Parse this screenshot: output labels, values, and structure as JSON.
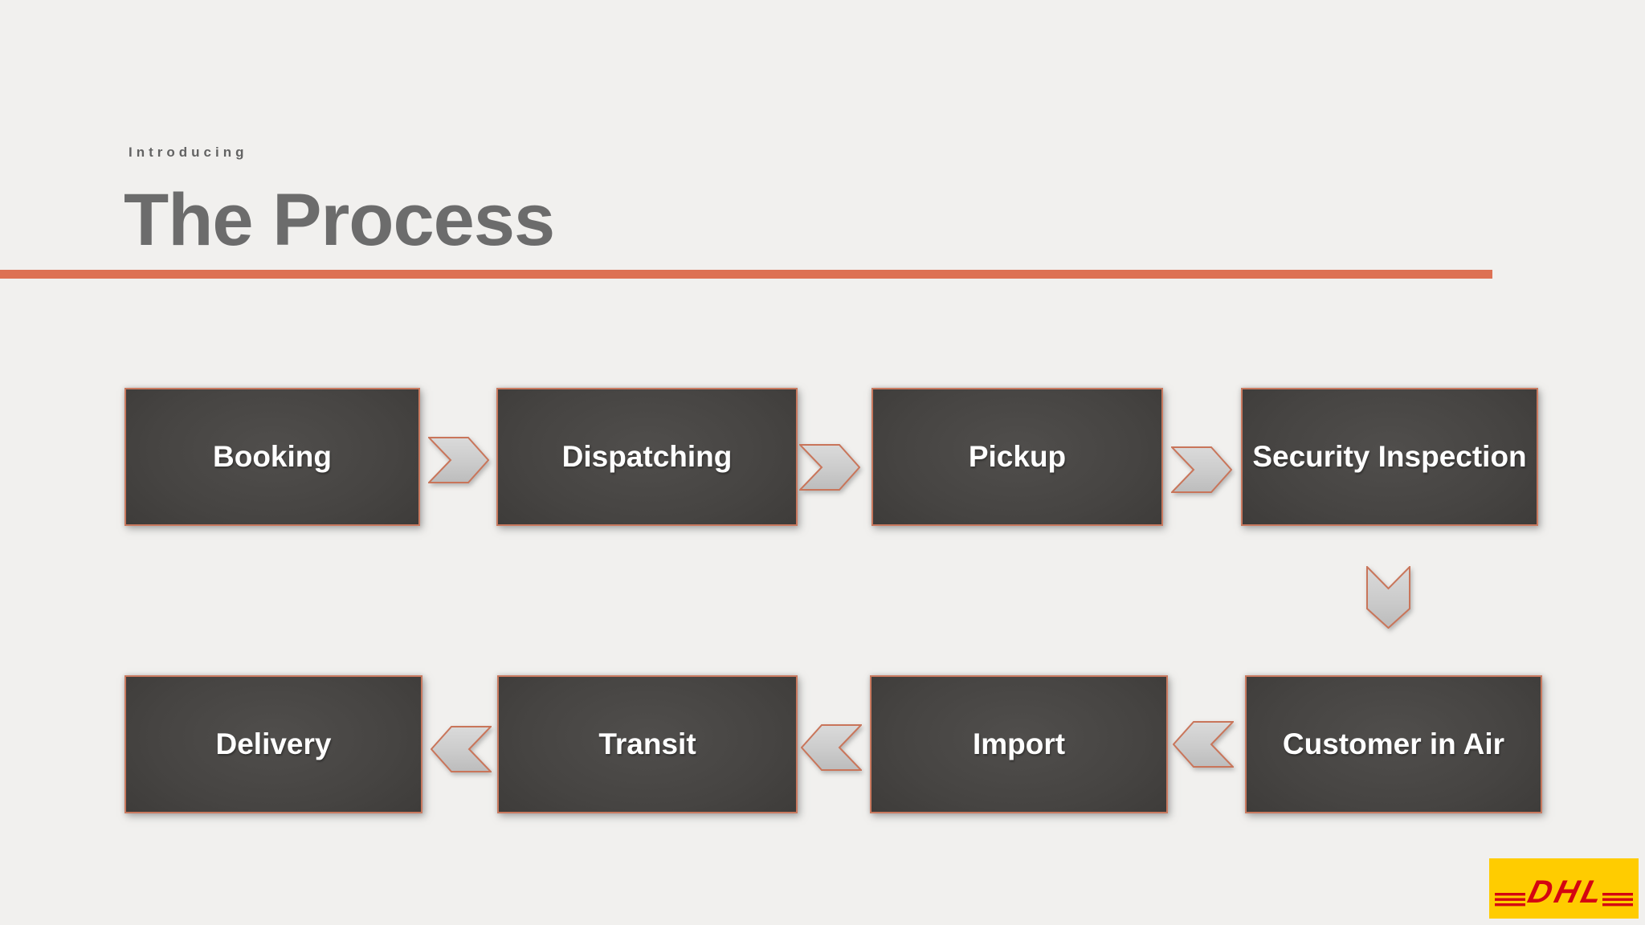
{
  "slide": {
    "kicker": "Introducing",
    "title": "The Process"
  },
  "process": {
    "steps": [
      {
        "label": "Booking"
      },
      {
        "label": "Dispatching"
      },
      {
        "label": "Pickup"
      },
      {
        "label": "Security Inspection"
      },
      {
        "label": "Customer in Air"
      },
      {
        "label": "Import"
      },
      {
        "label": "Transit"
      },
      {
        "label": "Delivery"
      }
    ]
  },
  "logo": {
    "text": "DHL"
  },
  "colors": {
    "background": "#f1f0ee",
    "accent_rule": "#dd7154",
    "box_fill": "#454341",
    "box_border": "#c9795f",
    "box_text": "#ffffff",
    "chevron_fill": "#cccccc",
    "chevron_border": "#c9755a",
    "title_text": "#6c6c6c",
    "dhl_yellow": "#FFCC00",
    "dhl_red": "#D40511"
  }
}
